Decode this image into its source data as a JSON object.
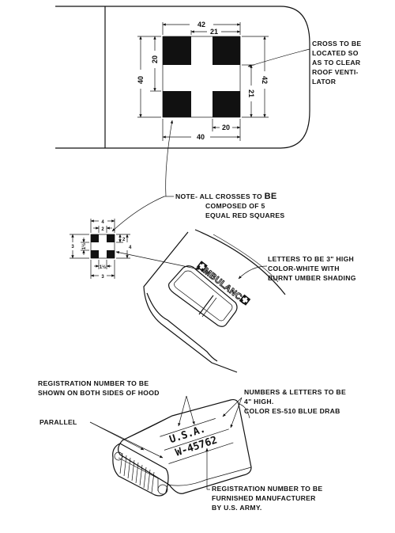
{
  "roof_cross": {
    "dims": {
      "top_overall": "42",
      "top_half": "21",
      "left_half": "20",
      "left_overall": "40",
      "right_overall": "42",
      "right_half": "21",
      "bottom_half": "20",
      "bottom_overall": "40"
    },
    "note_lines": [
      "CROSS TO BE",
      "LOCATED SO",
      "AS TO CLEAR",
      "ROOF VENTI-",
      "LATOR"
    ]
  },
  "general_note": {
    "line1_prefix": "NOTE- ALL CROSSES TO ",
    "line1_emph": "BE",
    "line2": "COMPOSED OF 5",
    "line3": "EQUAL RED SQUARES"
  },
  "small_cross": {
    "dims": {
      "top": "4",
      "top_inner": "2",
      "left_inner": "1½",
      "left_outer": "3",
      "right_a": "2",
      "right_b": "4",
      "bottom_inner": "1½",
      "bottom_outer": "3"
    }
  },
  "ambulance_panel": {
    "word": "AMBULANCE",
    "note_lines": [
      "LETTERS TO BE 3\" HIGH",
      "COLOR-WHITE WITH",
      "BURNT UMBER SHADING"
    ]
  },
  "hood": {
    "plate_line1": "U.S.A.",
    "plate_line2": "W-45762",
    "registration_note": [
      "REGISTRATION NUMBER TO BE",
      "SHOWN ON BOTH SIDES OF HOOD"
    ],
    "parallel_label": "PARALLEL",
    "numbers_note": [
      "NUMBERS & LETTERS TO BE",
      "4\" HIGH.",
      "COLOR ES-510 BLUE DRAB"
    ],
    "manufacturer_note": [
      "REGISTRATION NUMBER TO BE",
      "FURNISHED MANUFACTURER",
      "BY U.S. ARMY."
    ]
  }
}
